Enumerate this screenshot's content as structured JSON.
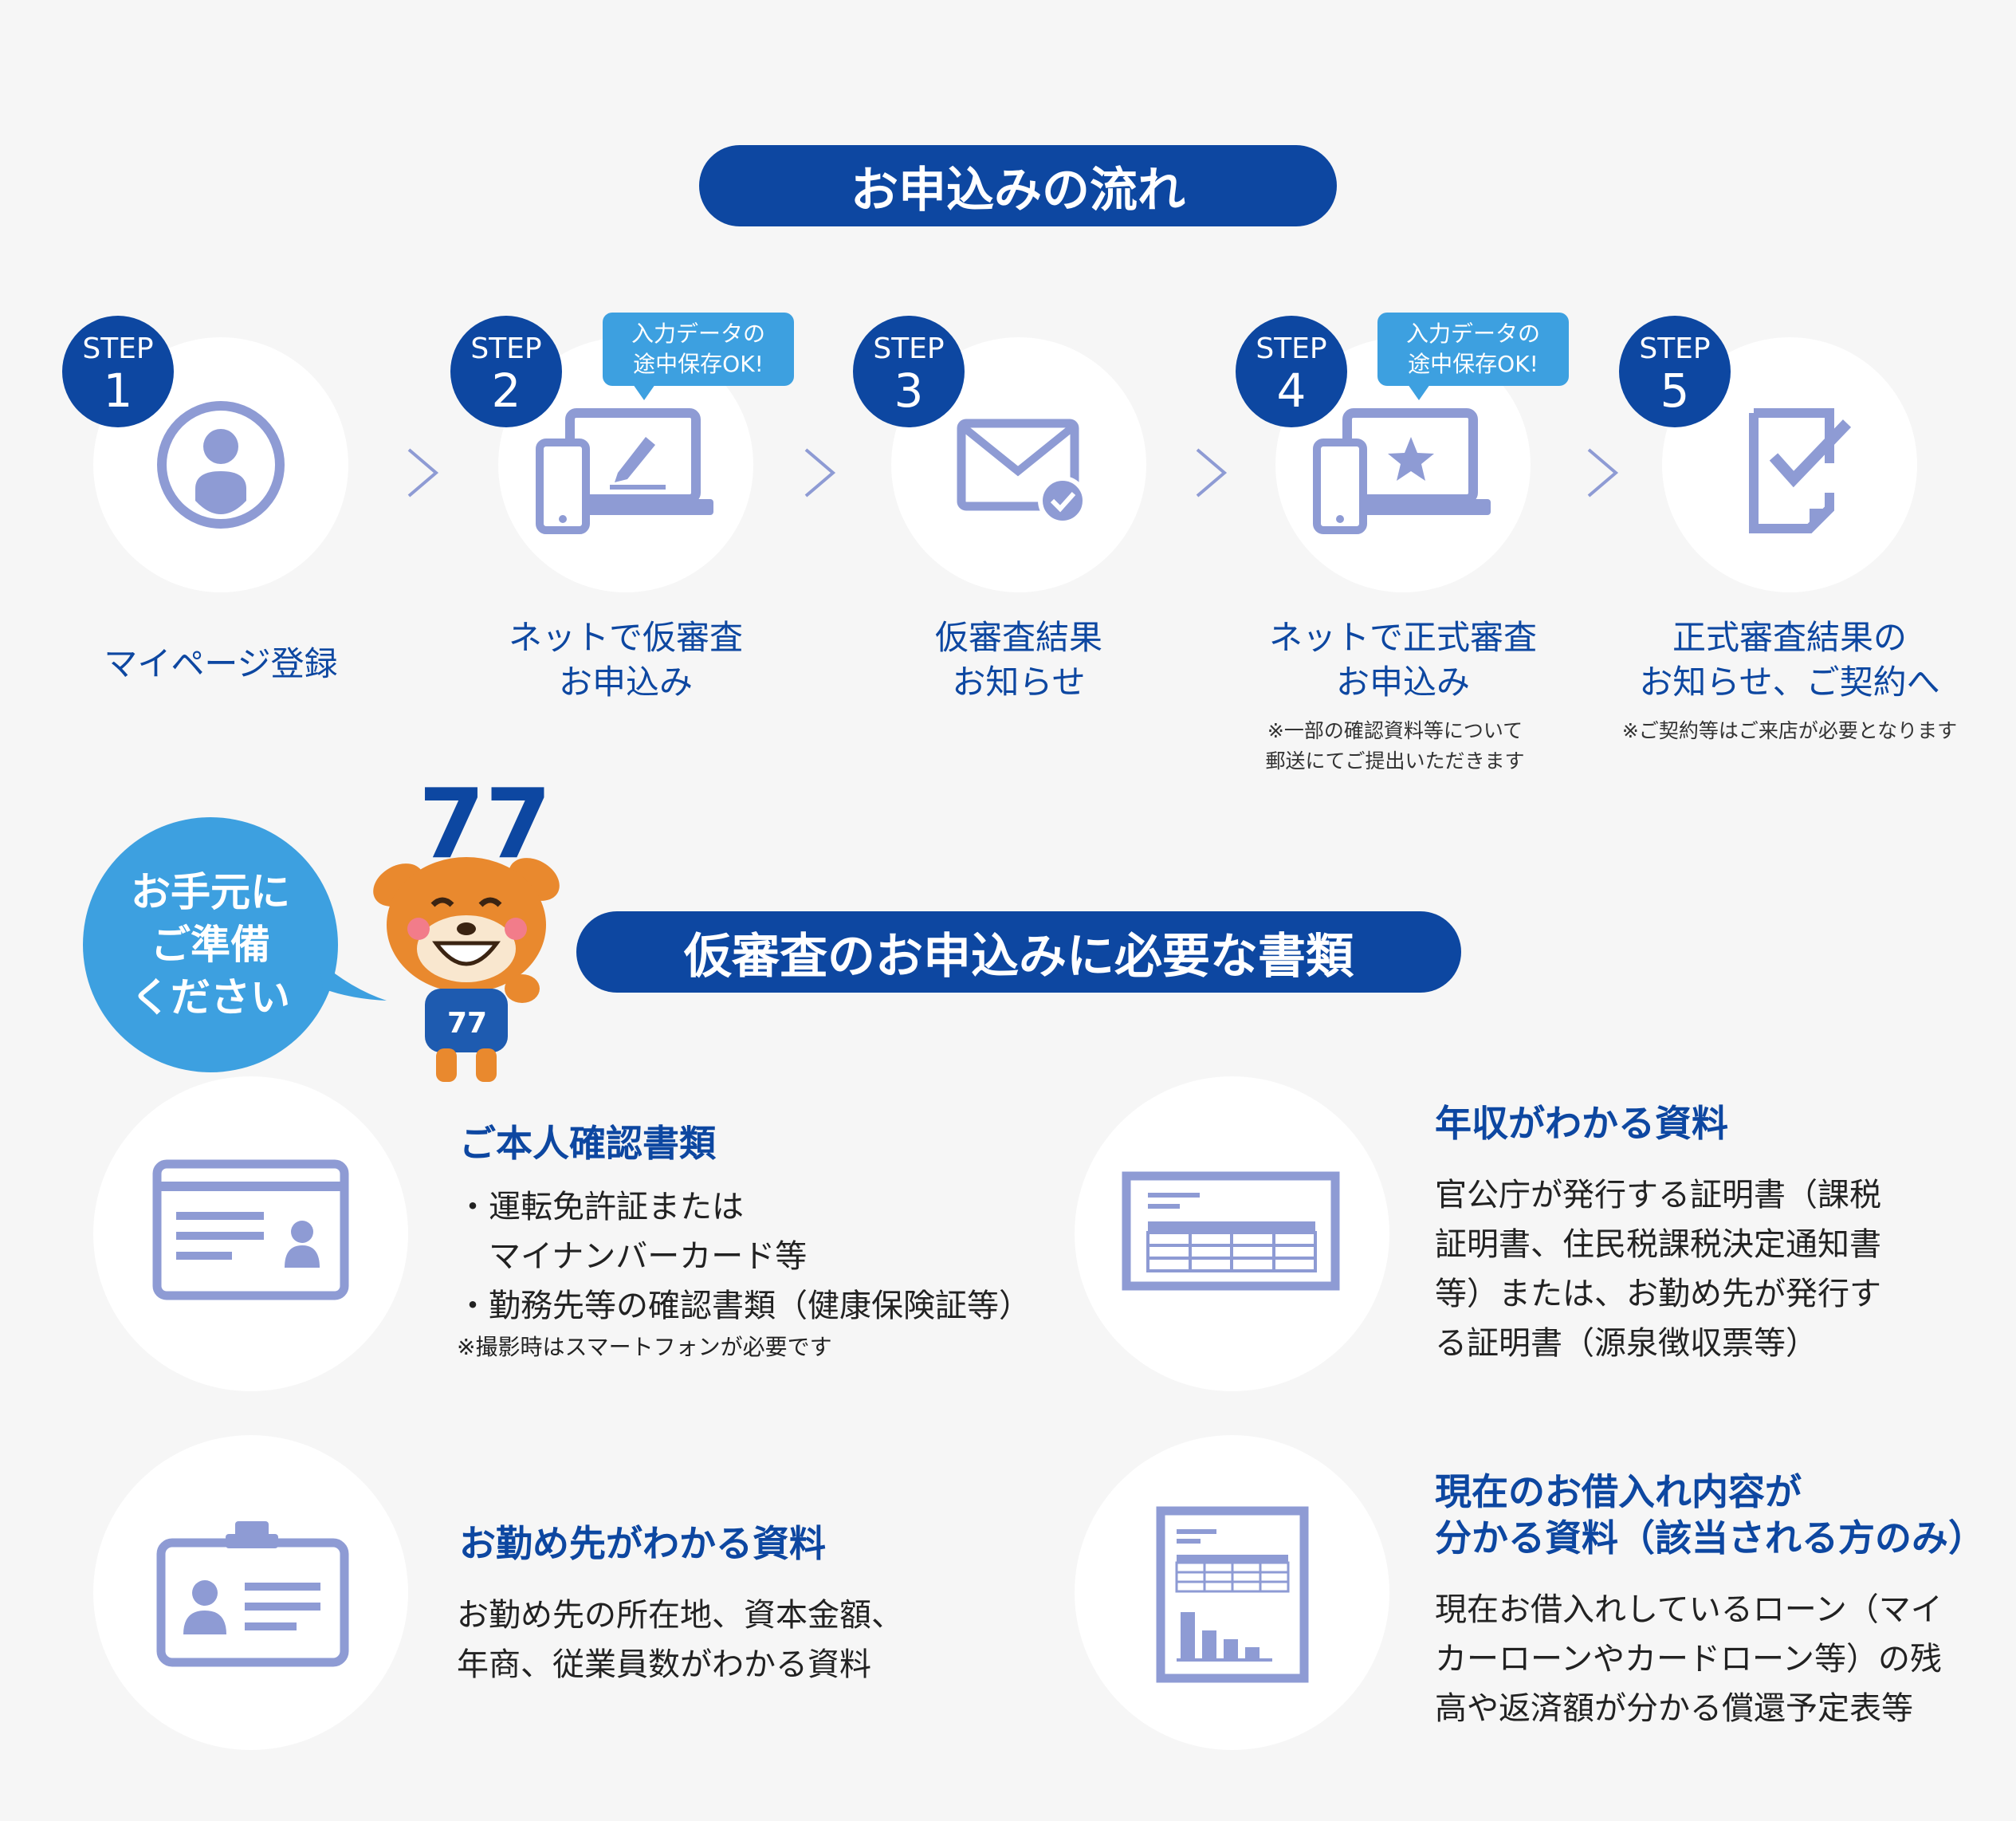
{
  "flow": {
    "title": "お申込みの流れ",
    "steps": [
      {
        "step": "STEP",
        "num": "1",
        "label": [
          "マイページ登録"
        ],
        "icon": "person-icon"
      },
      {
        "step": "STEP",
        "num": "2",
        "label": [
          "ネットで仮審査",
          "お申込み"
        ],
        "icon": "devices-pen-icon",
        "bubble": [
          "入力データの",
          "途中保存OK!"
        ]
      },
      {
        "step": "STEP",
        "num": "3",
        "label": [
          "仮審査結果",
          "お知らせ"
        ],
        "icon": "mail-check-icon"
      },
      {
        "step": "STEP",
        "num": "4",
        "label": [
          "ネットで正式審査",
          "お申込み"
        ],
        "icon": "devices-star-icon",
        "bubble": [
          "入力データの",
          "途中保存OK!"
        ],
        "note": [
          "※一部の確認資料等について",
          "郵送にてご提出いただきます"
        ]
      },
      {
        "step": "STEP",
        "num": "5",
        "label": [
          "正式審査結果の",
          "お知らせ、ご契約へ"
        ],
        "icon": "document-check-icon",
        "note": [
          "※ご契約等はご来店が必要となります"
        ]
      }
    ]
  },
  "docs": {
    "speech": [
      "お手元に",
      "ご準備",
      "ください"
    ],
    "mascot_number": "77",
    "title": "仮審査のお申込みに必要な書類",
    "items": [
      {
        "title": [
          "ご本人確認書類"
        ],
        "lines": [
          "・運転免許証または",
          "　マイナンバーカード等",
          "・勤務先等の確認書類（健康保険証等）"
        ],
        "note": "※撮影時はスマートフォンが必要です"
      },
      {
        "title": [
          "年収がわかる資料"
        ],
        "lines": [
          "官公庁が発行する証明書（課税",
          "証明書、住民税課税決定通知書",
          "等）または、お勤め先が発行す",
          "る証明書（源泉徴収票等）"
        ]
      },
      {
        "title": [
          "お勤め先がわかる資料"
        ],
        "lines": [
          "お勤め先の所在地、資本金額、",
          "年商、従業員数がわかる資料"
        ]
      },
      {
        "title": [
          "現在のお借入れ内容が",
          "分かる資料（該当される方のみ）"
        ],
        "lines": [
          "現在お借入れしているローン（マイ",
          "カーローンやカードローン等）の残",
          "高や返済額が分かる償還予定表等"
        ]
      }
    ]
  },
  "colors": {
    "navy": "#0d47a1",
    "sky": "#3da0e0",
    "icon": "#8e9bd4",
    "mascot": "#e9892e"
  }
}
